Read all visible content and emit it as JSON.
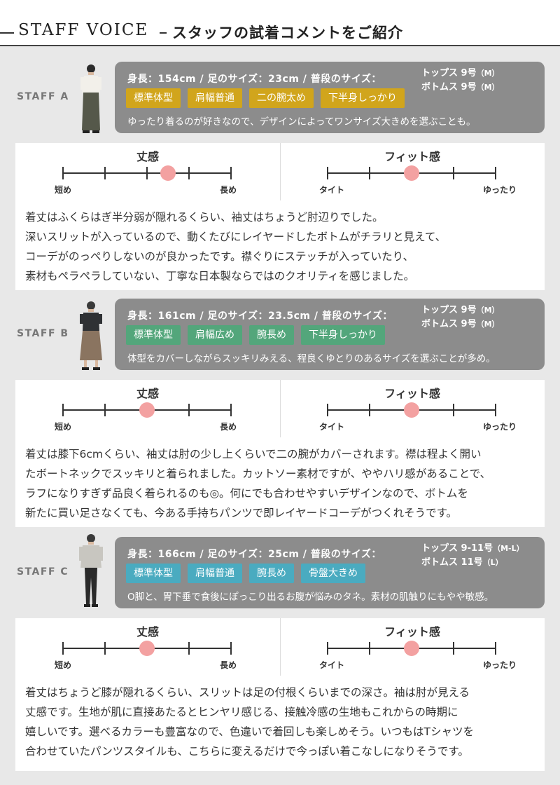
{
  "header": {
    "title_en": "STAFF VOICE",
    "title_jp": "スタッフの試着コメントをご紹介"
  },
  "staff": [
    {
      "label": "STAFF A",
      "stats": "身長：154cm / 足のサイズ：23cm / 普段のサイズ：",
      "tops_label": "トップス",
      "tops_size": "9号",
      "tops_note": "（M）",
      "bottoms_label": "ボトムス",
      "bottoms_size": "9号",
      "bottoms_note": "（M）",
      "tags": [
        "標準体型",
        "肩幅普通",
        "二の腕太め",
        "下半身しっかり"
      ],
      "tag_color": "#d1a51c",
      "comment": "ゆったり着るのが好きなので、デザインによってワンサイズ大きめを選ぶことも。",
      "length_meter": {
        "title": "丈感",
        "min_label": "短め",
        "max_label": "長め",
        "value": 2.5,
        "steps": 4
      },
      "fit_meter": {
        "title": "フィット感",
        "min_label": "タイト",
        "max_label": "ゆったり",
        "value": 2,
        "steps": 4
      },
      "review": [
        "着丈はふくらはぎ半分弱が隠れるくらい、袖丈はちょうど肘辺りでした。",
        "深いスリットが入っているので、動くたびにレイヤードしたボトムがチラリと見えて、",
        "コーデがのっぺりしないのが良かったです。襟ぐりにステッチが入っていたり、",
        "素材もペラペラしていない、丁寧な日本製ならではのクオリティを感じました。"
      ]
    },
    {
      "label": "STAFF B",
      "stats": "身長：161cm / 足のサイズ：23.5cm / 普段のサイズ：",
      "tops_label": "トップス",
      "tops_size": "9号",
      "tops_note": "（M）",
      "bottoms_label": "ボトムス",
      "bottoms_size": "9号",
      "bottoms_note": "（M）",
      "tags": [
        "標準体型",
        "肩幅広め",
        "腕長め",
        "下半身しっかり"
      ],
      "tag_color": "#53a67b",
      "comment": "体型をカバーしながらスッキリみえる、程良くゆとりのあるサイズを選ぶことが多め。",
      "length_meter": {
        "title": "丈感",
        "min_label": "短め",
        "max_label": "長め",
        "value": 2,
        "steps": 4
      },
      "fit_meter": {
        "title": "フィット感",
        "min_label": "タイト",
        "max_label": "ゆったり",
        "value": 2,
        "steps": 4
      },
      "review": [
        "着丈は膝下6cmくらい、袖丈は肘の少し上くらいで二の腕がカバーされます。襟は程よく開い",
        "たボートネックでスッキリと着られました。カットソー素材ですが、ややハリ感があることで、",
        "ラフになりすぎず品良く着られるのも◎。何にでも合わせやすいデザインなので、ボトムを",
        "新たに買い足さなくても、今ある手持ちパンツで即レイヤードコーデがつくれそうです。"
      ]
    },
    {
      "label": "STAFF C",
      "stats": "身長：166cm / 足のサイズ：25cm / 普段のサイズ：",
      "tops_label": "トップス",
      "tops_size": "9-11号",
      "tops_note": "（M-L）",
      "bottoms_label": "ボトムス",
      "bottoms_size": "11号",
      "bottoms_note": "（L）",
      "tags": [
        "標準体型",
        "肩幅普通",
        "腕長め",
        "骨盤大きめ"
      ],
      "tag_color": "#4aabc0",
      "comment": "O脚と、胃下垂で食後にぽっこり出るお腹が悩みのタネ。素材の肌触りにもやや敏感。",
      "length_meter": {
        "title": "丈感",
        "min_label": "短め",
        "max_label": "長め",
        "value": 2,
        "steps": 4
      },
      "fit_meter": {
        "title": "フィット感",
        "min_label": "タイト",
        "max_label": "ゆったり",
        "value": 2,
        "steps": 4
      },
      "review": [
        "着丈はちょうど膝が隠れるくらい、スリットは足の付根くらいまでの深さ。袖は肘が見える",
        "丈感です。生地が肌に直接あたるとヒンヤリ感じる、接触冷感の生地もこれからの時期に",
        "嬉しいです。選べるカラーも豊富なので、色違いで着回しも楽しめそう。いつもはTシャツを",
        "合わせていたパンツスタイルも、こちらに変えるだけで今っぽい着こなしになりそうです。"
      ]
    }
  ]
}
